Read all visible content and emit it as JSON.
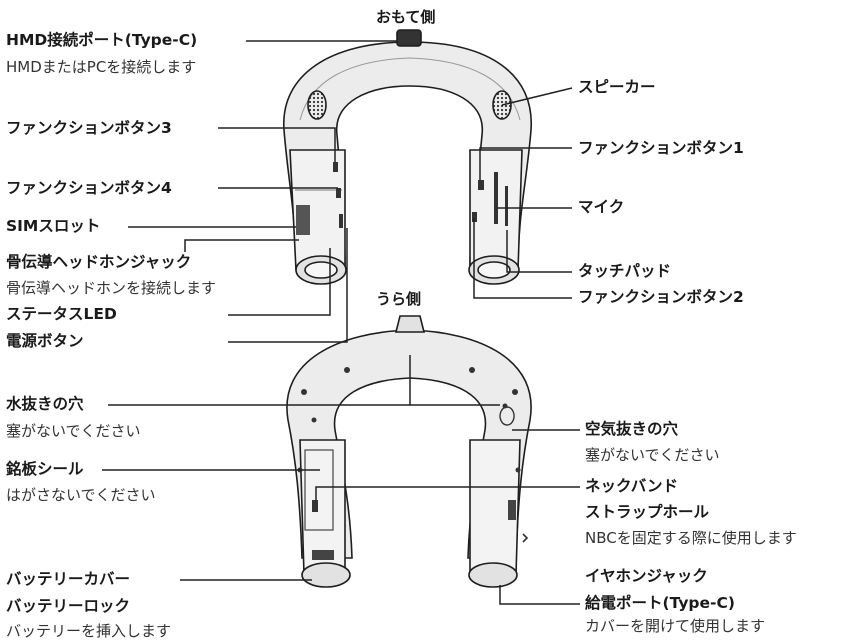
{
  "front": {
    "heading": "おもて側",
    "labels": {
      "hmd_port": "HMD接続ポート(Type-C)",
      "hmd_port_desc": "HMDまたはPCを接続します",
      "fn3": "ファンクションボタン3",
      "fn4": "ファンクションボタン4",
      "sim": "SIMスロット",
      "bone_jack": "骨伝導ヘッドホンジャック",
      "bone_jack_desc": "骨伝導ヘッドホンを接続します",
      "status_led": "ステータスLED",
      "power": "電源ボタン",
      "speaker": "スピーカー",
      "fn1": "ファンクションボタン1",
      "mic": "マイク",
      "touchpad": "タッチパッド",
      "fn2": "ファンクションボタン2"
    }
  },
  "back": {
    "heading": "うら側",
    "labels": {
      "drain": "水抜きの穴",
      "drain_desc": "塞がないでください",
      "nameplate": "銘板シール",
      "nameplate_desc": "はがさないでください",
      "battery_cover": "バッテリーカバー",
      "battery_lock": "バッテリーロック",
      "battery_desc": "バッテリーを挿入します",
      "vent": "空気抜きの穴",
      "vent_desc": "塞がないでください",
      "strap1": "ネックバンド",
      "strap2": "ストラップホール",
      "strap_desc": "NBCを固定する際に使用します",
      "earphone": "イヤホンジャック",
      "charge": "給電ポート(Type-C)",
      "charge_desc": "カバーを開けて使用します"
    }
  },
  "colors": {
    "device": "#ebebeb",
    "outline": "#1e1e1e",
    "leader": "#222222"
  }
}
